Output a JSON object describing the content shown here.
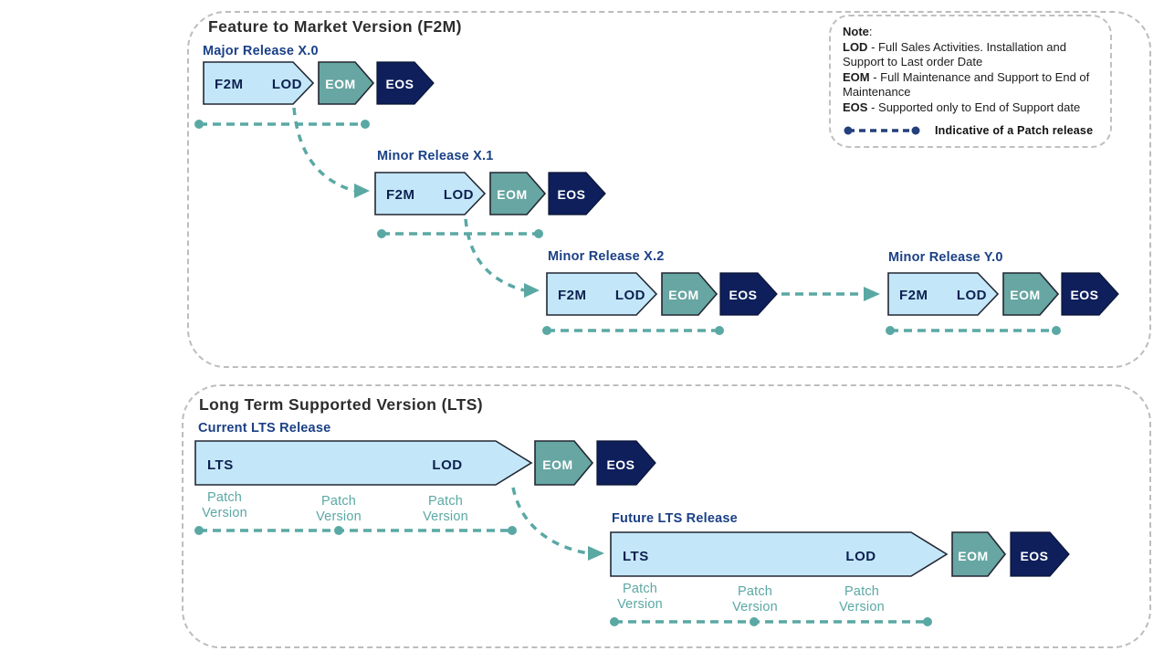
{
  "f2m_section": {
    "title": "Feature to Market Version (F2M)",
    "releases": [
      {
        "label": "Major Release X.0",
        "f2m": "F2M",
        "lod": "LOD",
        "eom": "EOM",
        "eos": "EOS"
      },
      {
        "label": "Minor Release X.1",
        "f2m": "F2M",
        "lod": "LOD",
        "eom": "EOM",
        "eos": "EOS"
      },
      {
        "label": "Minor Release X.2",
        "f2m": "F2M",
        "lod": "LOD",
        "eom": "EOM",
        "eos": "EOS"
      },
      {
        "label": "Minor Release Y.0",
        "f2m": "F2M",
        "lod": "LOD",
        "eom": "EOM",
        "eos": "EOS"
      }
    ]
  },
  "lts_section": {
    "title": "Long Term Supported Version (LTS)",
    "releases": [
      {
        "label": "Current LTS Release",
        "lts": "LTS",
        "lod": "LOD",
        "eom": "EOM",
        "eos": "EOS",
        "patch": "Patch Version"
      },
      {
        "label": "Future LTS Release",
        "lts": "LTS",
        "lod": "LOD",
        "eom": "EOM",
        "eos": "EOS",
        "patch": "Patch Version"
      }
    ]
  },
  "note": {
    "heading": "Note",
    "heading_suffix": ":",
    "items": [
      {
        "term": "LOD",
        "desc": " - Full Sales Activities. Installation and Support to Last order Date"
      },
      {
        "term": "EOM",
        "desc": " - Full Maintenance and Support to End of Maintenance"
      },
      {
        "term": "EOS",
        "desc": " - Supported only to End of Support date"
      }
    ],
    "legend": "Indicative of a Patch release"
  },
  "colors": {
    "stage_light_blue": "#c3e7f8",
    "stage_teal": "#67a6a2",
    "stage_navy": "#0e1f5c",
    "patch_dash_teal": "#5aa8a4",
    "release_label_navy": "#1a4086",
    "legend_dash_navy": "#24407c",
    "panel_border_gray": "#bdbdbd"
  }
}
